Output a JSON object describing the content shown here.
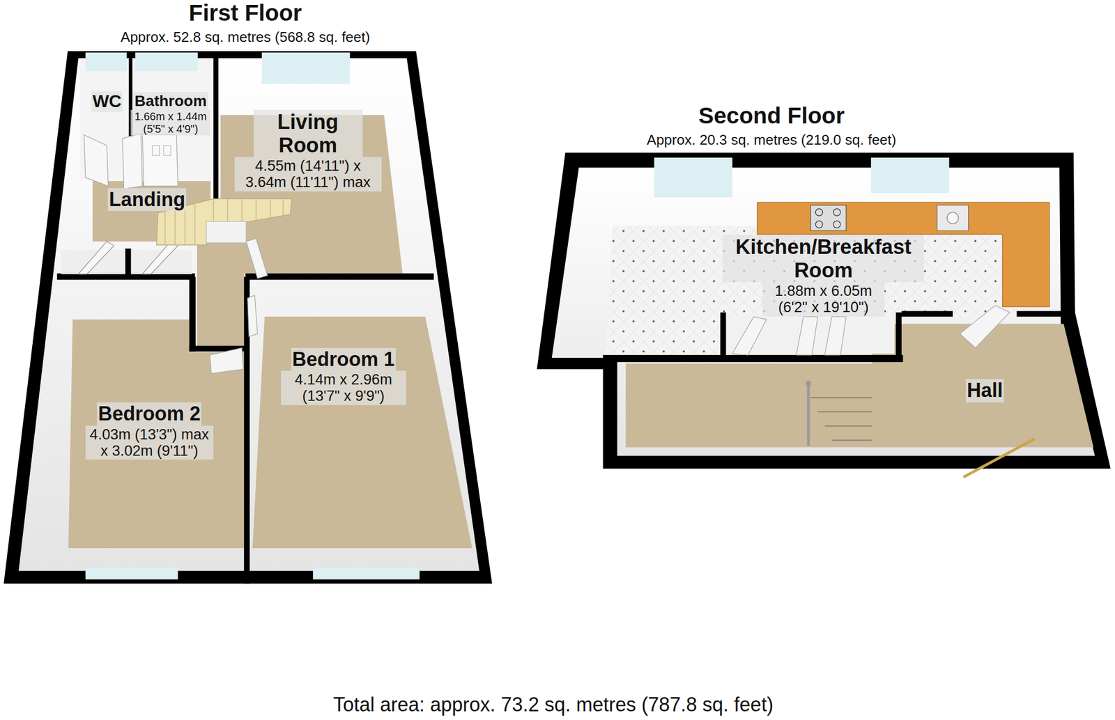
{
  "diagram": {
    "caption": "Total area: approx. 73.2 sq. metres (787.8 sq. feet)",
    "nodes": [
      {
        "text": [
          "First Floor",
          "Approx. 52.8 sq. metres (568.8 sq. feet)"
        ]
      },
      {
        "text": [
          "WC"
        ],
        "in": 0
      },
      {
        "text": [
          "Bathroom",
          "1.66m x 1.44m (5'5\" x 4'9\")"
        ],
        "in": 0
      },
      {
        "text": [
          "Living Room",
          "4.55m (14'11\") x 3.64m (11'11\") max"
        ],
        "in": 0
      },
      {
        "text": [
          "Landing"
        ],
        "in": 0
      },
      {
        "text": [
          "Bedroom 1",
          "4.14m x 2.96m (13'7\" x 9'9\")"
        ],
        "in": 0
      },
      {
        "text": [
          "Bedroom 2",
          "4.03m (13'3\") max x 3.02m (9'11\")"
        ],
        "in": 0
      },
      {
        "text": [
          "Second Floor",
          "Approx. 20.3 sq. metres (219.0 sq. feet)"
        ]
      },
      {
        "text": [
          "Kitchen/Breakfast Room",
          "1.88m x 6.05m (6'2\" x 19'10\")"
        ],
        "in": 7
      },
      {
        "text": [
          "Hall"
        ],
        "in": 7
      }
    ]
  }
}
